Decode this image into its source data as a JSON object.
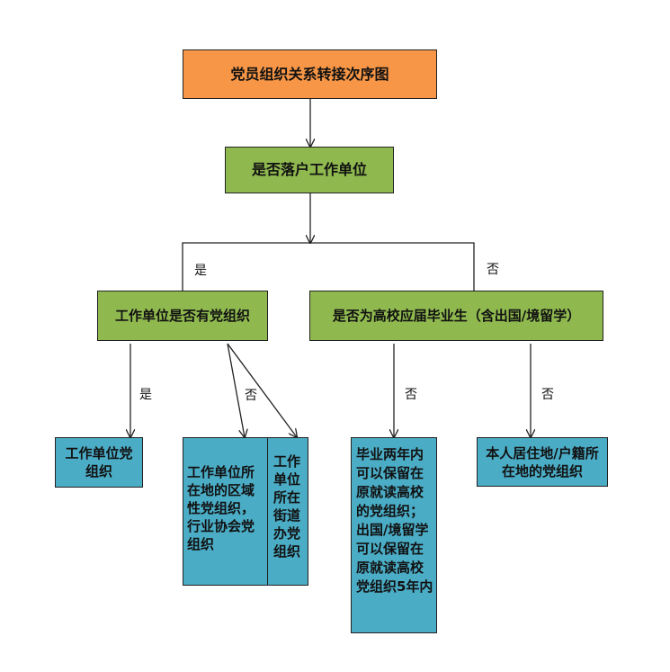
{
  "title": "党员组织关系转接次序图",
  "q1": "是否落户工作单位",
  "q2_yes": "工作单位是否有党组织",
  "q2_no": "是否为高校应届毕业生（含出国/境留学）",
  "labels": {
    "yes_1": "是",
    "no_1": "否",
    "yes_2": "是",
    "no_2": "否",
    "no_3": "否",
    "no_4": "否"
  },
  "results": {
    "unit_party": "工作单位党组织",
    "regional_party": "工作单位所在地的区域性党组织，行业协会党组织",
    "street_party": "工作单位所在街道办党组织",
    "graduate_party": "毕业两年内可以保留在原就读高校的党组织；出国/境留学可以保留在原就读高校党组织5年内",
    "residence_party": "本人居住地/户籍所在地的党组织"
  }
}
